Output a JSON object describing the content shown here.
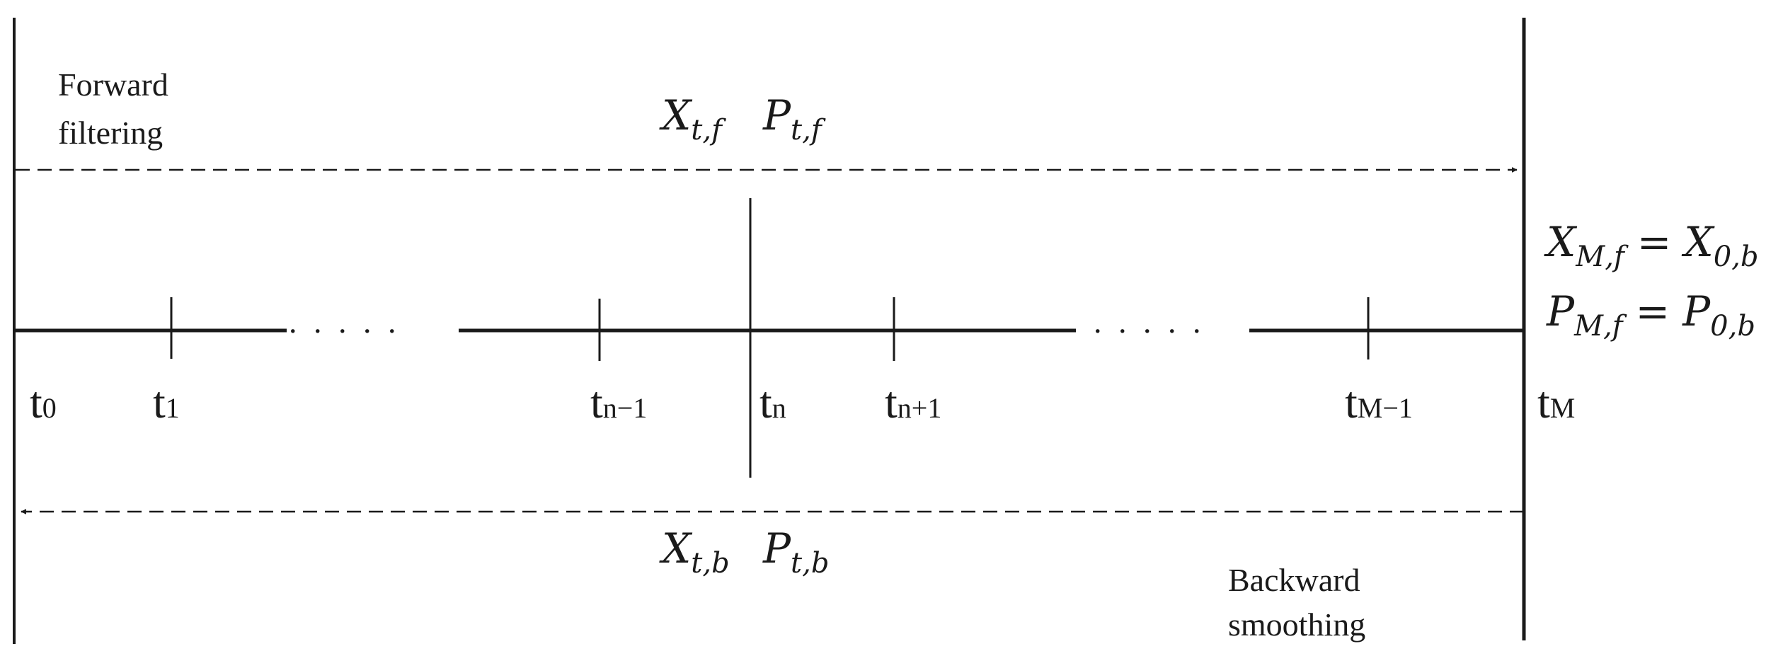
{
  "labels": {
    "forward_line1": "Forward",
    "forward_line2": "filtering",
    "backward_line1": "Backward",
    "backward_line2": "smoothing"
  },
  "forward_state": {
    "X": "X",
    "X_sub": "t,f",
    "P": "P",
    "P_sub": "t,f"
  },
  "backward_state": {
    "X": "X",
    "X_sub": "t,b",
    "P": "P",
    "P_sub": "t,b"
  },
  "boundary_eq": {
    "lhs1": "X",
    "lhs1_sub": "M,f",
    "eq1": "=",
    "rhs1": "X",
    "rhs1_sub": "0,b",
    "lhs2": "P",
    "lhs2_sub": "M,f",
    "eq2": "=",
    "rhs2": "P",
    "rhs2_sub": "0,b"
  },
  "ticks": [
    {
      "base": "t",
      "sub": "0"
    },
    {
      "base": "t",
      "sub": "1"
    },
    {
      "base": "t",
      "sub": "n−1"
    },
    {
      "base": "t",
      "sub": "n"
    },
    {
      "base": "t",
      "sub": "n+1"
    },
    {
      "base": "t",
      "sub": "M−1"
    },
    {
      "base": "t",
      "sub": "M"
    }
  ],
  "ellipsis": ". . . . ."
}
